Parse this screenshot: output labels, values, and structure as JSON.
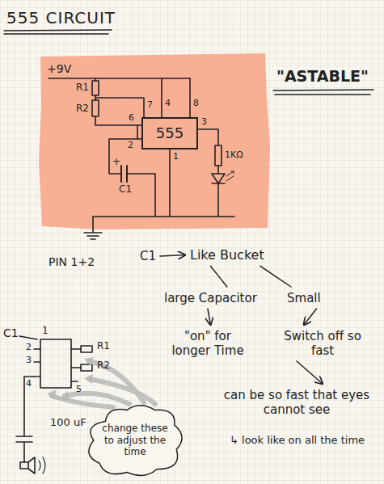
{
  "diagram": {
    "title": "555 CIRCUIT",
    "nodes": [
      {
        "text": [
          "555"
        ]
      },
      {
        "text": [
          "C1"
        ]
      },
      {
        "text": [
          "Like Bucket"
        ]
      },
      {
        "text": [
          "large Capacitor"
        ]
      },
      {
        "text": [
          "Small"
        ]
      },
      {
        "text": [
          "\"on\" for longer Time"
        ]
      },
      {
        "text": [
          "Switch off so fast"
        ]
      },
      {
        "text": [
          "can be so fast that eyes cannot see"
        ]
      },
      {
        "text": [
          "change these to adjust the time"
        ]
      }
    ],
    "edges": [
      {
        "from": 1,
        "to": 2,
        "arrow": "to"
      },
      {
        "from": 2,
        "to": 3,
        "arrow": "none"
      },
      {
        "from": 2,
        "to": 4,
        "arrow": "none"
      },
      {
        "from": 3,
        "to": 5,
        "arrow": "to"
      },
      {
        "from": 4,
        "to": 6,
        "arrow": "to"
      },
      {
        "from": 6,
        "to": 7,
        "arrow": "to"
      }
    ],
    "labels": [
      "\"ASTABLE\"",
      "+9V",
      "R1",
      "R2",
      "7",
      "4",
      "8",
      "6",
      "3",
      "2",
      "1",
      "1KΩ",
      "+",
      "C1",
      "PIN 1+2",
      "↳ look like on all the time",
      "C1",
      "1",
      "2",
      "3",
      "4",
      "5",
      "R1",
      "R2",
      "100 uF"
    ]
  }
}
